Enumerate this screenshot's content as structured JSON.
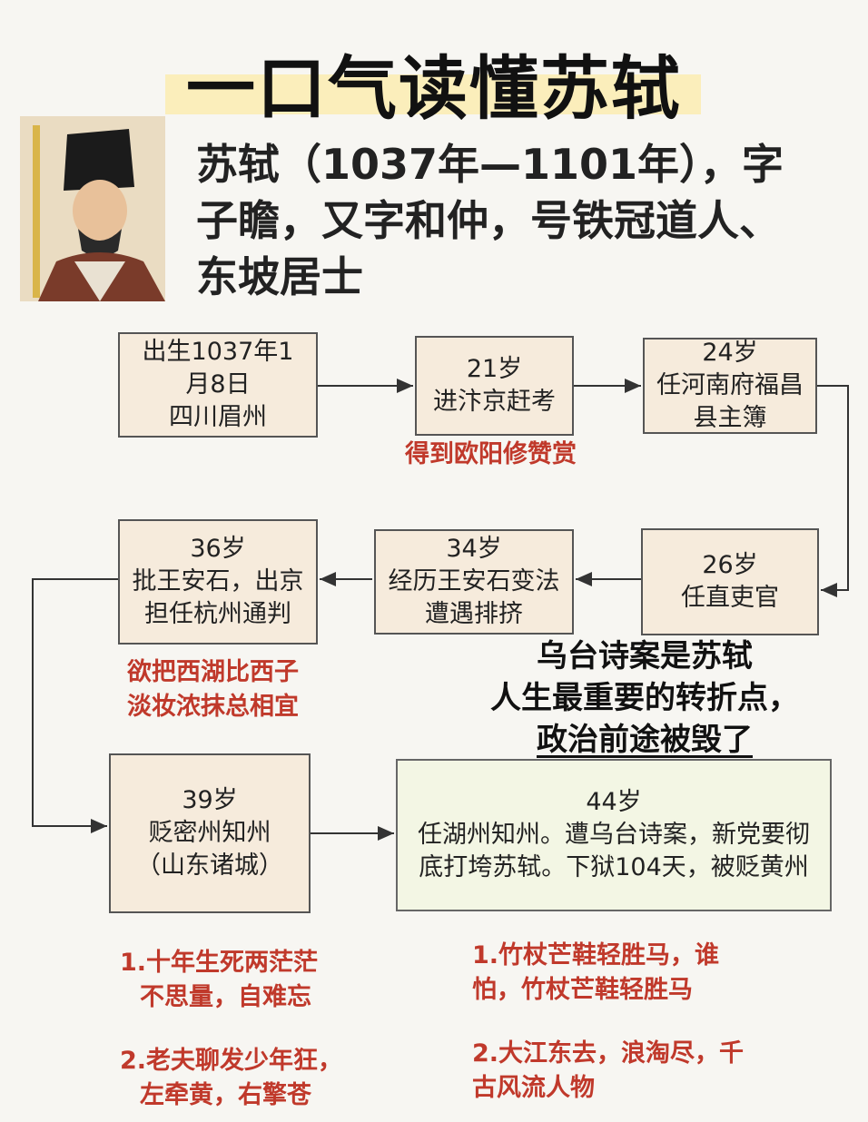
{
  "title": "一口气读懂苏轼",
  "intro": {
    "line1": "苏轼（1037年—1101年），字",
    "line2": "子瞻，又字和仲，号铁冠道人、",
    "line3": "东坡居士"
  },
  "nodes": {
    "birth": {
      "l1": "出生1037年1",
      "l2": "月8日",
      "l3": "四川眉州"
    },
    "age21": {
      "l1": "21岁",
      "l2": "进汴京赶考"
    },
    "age24": {
      "l1": "24岁",
      "l2": "任河南府福昌",
      "l3": "县主簿"
    },
    "age26": {
      "l1": "26岁",
      "l2": "任直吏官"
    },
    "age34": {
      "l1": "34岁",
      "l2": "经历王安石变法",
      "l3": "遭遇排挤"
    },
    "age36": {
      "l1": "36岁",
      "l2": "批王安石，出京",
      "l3": "担任杭州通判"
    },
    "age39": {
      "l1": "39岁",
      "l2": "贬密州知州",
      "l3": "（山东诸城）"
    },
    "age44": {
      "l1": "44岁",
      "l2": "任湖州知州。遭乌台诗案，新党要彻",
      "l3": "底打垮苏轼。下狱104天，被贬黄州"
    }
  },
  "notes": {
    "age21": "得到欧阳修赞赏",
    "age36_l1": "欲把西湖比西子",
    "age36_l2": "淡妆浓抹总相宜",
    "age39_p1_l1": "1.十年生死两茫茫",
    "age39_p1_l2": "不思量，自难忘",
    "age39_p2_l1": "2.老夫聊发少年狂，",
    "age39_p2_l2": "左牵黄，右擎苍",
    "age44_p1_l1": "1.竹杖芒鞋轻胜马，谁",
    "age44_p1_l2": "怕，竹杖芒鞋轻胜马",
    "age44_p2_l1": "2.大江东去，浪淘尽，千",
    "age44_p2_l2": "古风流人物"
  },
  "turning": {
    "l1": "乌台诗案是苏轼",
    "l2": "人生最重要的转折点，",
    "l3": "政治前途被毁了"
  },
  "colors": {
    "note": "#c0392b",
    "box": "#f6ebdc",
    "box_green": "#f3f6e4",
    "highlight": "#fbeebb"
  },
  "icons": [
    "portrait-image"
  ]
}
